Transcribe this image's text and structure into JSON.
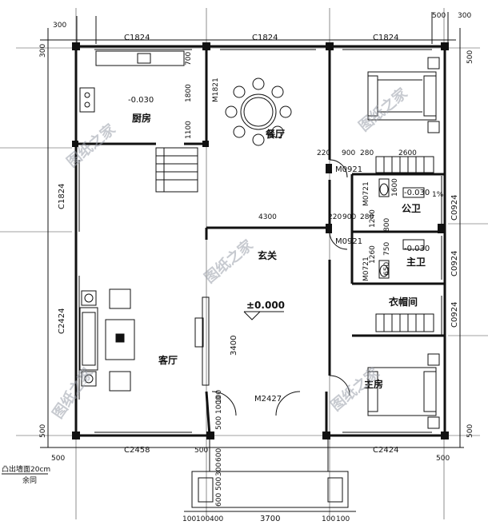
{
  "colors": {
    "line": "#111111",
    "background": "#ffffff",
    "watermark": "#9aa0aa"
  },
  "rooms": {
    "kitchen": "厨房",
    "dining": "餐厅",
    "foyer": "玄关",
    "living": "客厅",
    "public_bath": "公卫",
    "master_bath": "主卫",
    "closet": "衣帽间",
    "master_bedroom": "主房"
  },
  "levels": {
    "kitchen": "-0.030",
    "public_bath": "-0.030",
    "master_bath": "-0.030",
    "main": "±0.000"
  },
  "windows": {
    "top_left": "C1824",
    "top_mid": "C1824",
    "top_right": "C1824",
    "left_upper": "C1824",
    "left_lower": "C2424",
    "bottom_left": "C2458",
    "bottom_right": "C2424",
    "right_1": "C0924",
    "right_2": "C0924",
    "right_3": "C0924"
  },
  "doors": {
    "main": "M2427",
    "dining": "M1821",
    "bath_upper": "M0921",
    "bath_lower": "M0921",
    "wc_upper": "M0721",
    "wc_lower": "M0721"
  },
  "dimensions": {
    "top_left_300": "300",
    "top_right_500": "500",
    "top_right_300": "300",
    "left_300": "300",
    "left_500_bottom": "500",
    "right_500_top": "500",
    "right_500_bottom": "500",
    "kitchen_700": "700",
    "kitchen_1800": "1800",
    "kitchen_1100": "1100",
    "mid_220": "220",
    "mid_900": "900",
    "mid_280": "280",
    "mid_2600": "2600",
    "corr_4300": "4300",
    "corr_220": "220",
    "corr_900": "900",
    "corr_280": "280",
    "wc_1600": "1600",
    "wc_1240": "1240",
    "wc_1260": "1260",
    "wc_800": "800",
    "wc_750": "750",
    "wc_650": "650",
    "slope": "1%",
    "living_3400": "3400",
    "door_1000": "1000",
    "door_500": "500",
    "door_100": "100",
    "bottom_500_left": "500",
    "bottom_500_mid": "500",
    "bottom_500_right": "500",
    "porch_600": "600",
    "porch_300": "300",
    "porch_500": "500",
    "porch_600b": "600",
    "porch_3700": "3700",
    "porch_100_1": "100",
    "porch_100_2": "100",
    "porch_400": "400",
    "porch_100_3": "100",
    "porch_100_4": "100"
  },
  "notes": {
    "bay": "凸出墙面20cm",
    "bay_sub": "余同"
  },
  "watermark": "图纸之家"
}
